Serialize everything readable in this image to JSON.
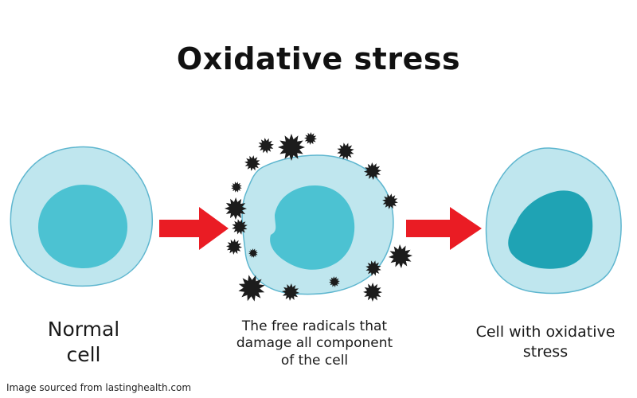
{
  "title": "Oxidative stress",
  "colors": {
    "cytoplasm": "#bfe6ee",
    "cytoplasm_stroke": "#5eb6cf",
    "nucleus": "#4cc2d2",
    "nucleus_dark": "#1fa3b4",
    "arrow": "#ea1c24",
    "radical": "#1c1c1c"
  },
  "stages": [
    {
      "caption_lines": [
        "Normal",
        "cell"
      ]
    },
    {
      "caption_lines": [
        "The free radicals that",
        "damage all component",
        "of the cell"
      ]
    },
    {
      "caption_lines": [
        "Cell with oxidative",
        "stress"
      ]
    }
  ],
  "source_credit": "Image sourced from lastinghealth.com"
}
